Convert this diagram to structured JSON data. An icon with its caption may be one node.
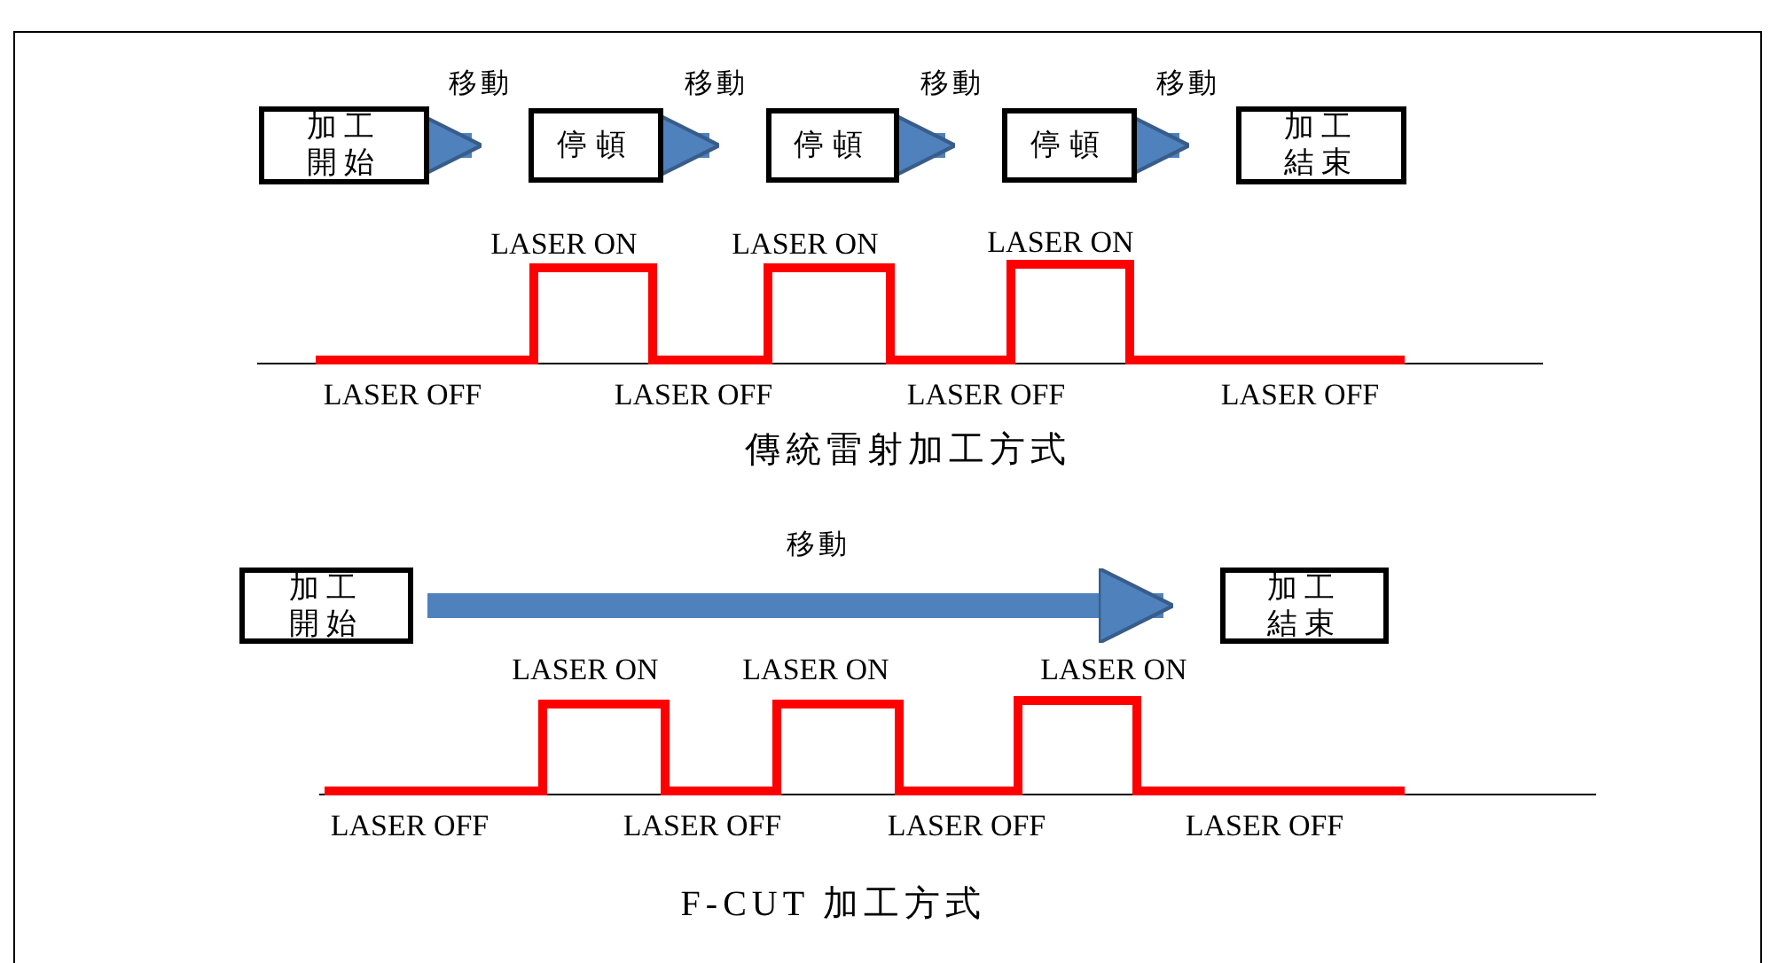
{
  "diagram": {
    "nodes": [
      {
        "text": [
          "加工開始"
        ]
      },
      {
        "text": [
          "停頓"
        ]
      },
      {
        "text": [
          "停頓"
        ]
      },
      {
        "text": [
          "停頓"
        ]
      },
      {
        "text": [
          "加工結束"
        ]
      },
      {
        "text": [
          "加工開始"
        ]
      },
      {
        "text": [
          "加工結束"
        ]
      }
    ],
    "edges": [
      {
        "from": 0,
        "to": 1,
        "arrow": "to",
        "label": "移動"
      },
      {
        "from": 1,
        "to": 2,
        "arrow": "to",
        "label": "移動"
      },
      {
        "from": 2,
        "to": 3,
        "arrow": "to",
        "label": "移動"
      },
      {
        "from": 3,
        "to": 4,
        "arrow": "to",
        "label": "移動"
      },
      {
        "from": 5,
        "to": 6,
        "arrow": "to",
        "label": "移動"
      }
    ],
    "labels": [
      "LASER ON",
      "LASER ON",
      "LASER ON",
      "LASER OFF",
      "LASER OFF",
      "LASER OFF",
      "LASER OFF",
      "傳統雷射加工方式",
      "LASER ON",
      "LASER ON",
      "LASER ON",
      "LASER OFF",
      "LASER OFF",
      "LASER OFF",
      "LASER OFF",
      "F-CUT 加工方式"
    ]
  }
}
